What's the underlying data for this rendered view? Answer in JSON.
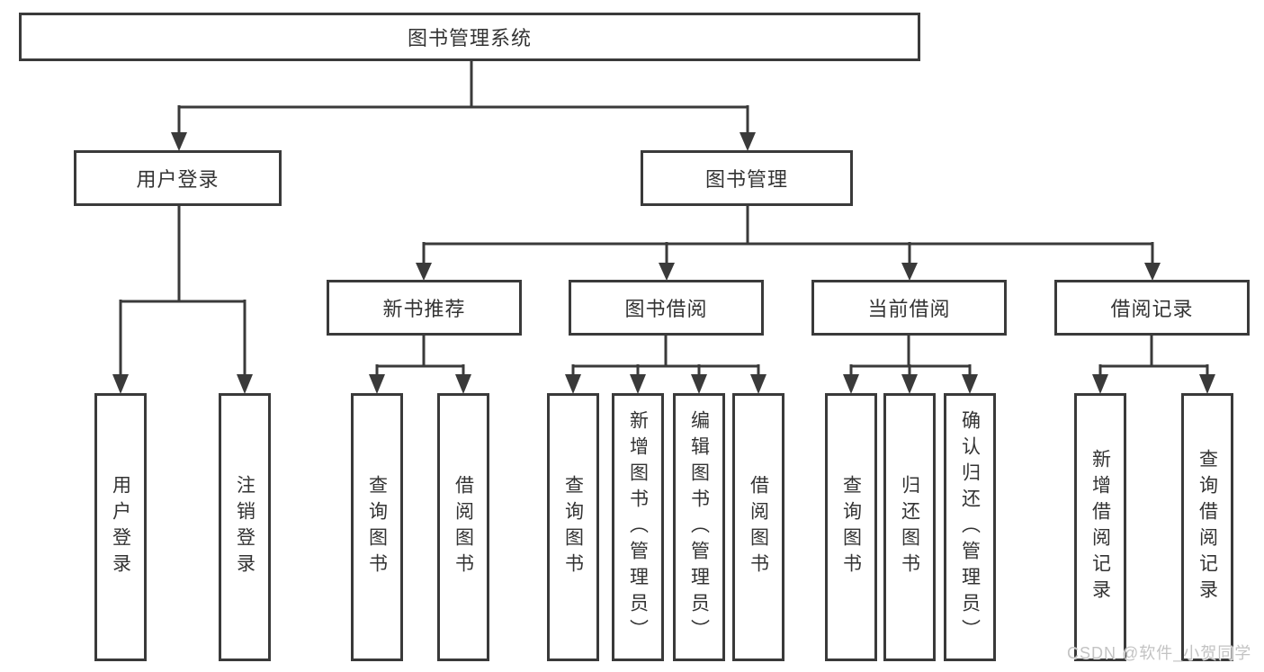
{
  "diagram": {
    "root": {
      "label": "图书管理系统"
    },
    "branches": [
      {
        "label": "用户登录",
        "children": [
          {
            "label": "用户登录"
          },
          {
            "label": "注销登录"
          }
        ]
      },
      {
        "label": "图书管理",
        "children": [
          {
            "label": "新书推荐",
            "children": [
              {
                "label": "查询图书"
              },
              {
                "label": "借阅图书"
              }
            ]
          },
          {
            "label": "图书借阅",
            "children": [
              {
                "label": "查询图书"
              },
              {
                "label": "新增图书（管理员）"
              },
              {
                "label": "编辑图书（管理员）"
              },
              {
                "label": "借阅图书"
              }
            ]
          },
          {
            "label": "当前借阅",
            "children": [
              {
                "label": "查询图书"
              },
              {
                "label": "归还图书"
              },
              {
                "label": "确认归还（管理员）"
              }
            ]
          },
          {
            "label": "借阅记录",
            "children": [
              {
                "label": "新增借阅记录"
              },
              {
                "label": "查询借阅记录"
              }
            ]
          }
        ]
      }
    ],
    "watermark": "CSDN @软件_小贺同学",
    "colors": {
      "line": "#3a3a3a",
      "text": "#333333",
      "background": "#ffffff",
      "watermark": "#c3c3c3"
    }
  }
}
